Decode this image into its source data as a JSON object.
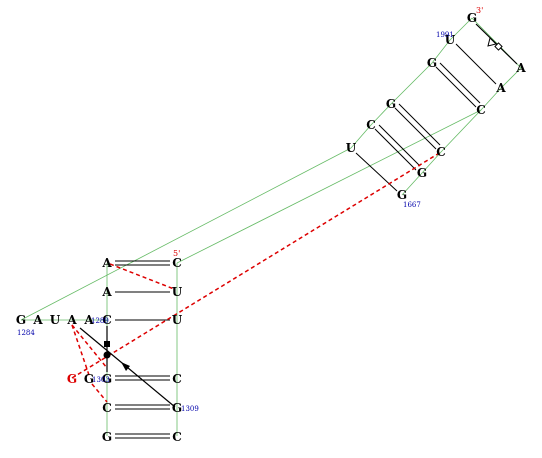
{
  "colors": {
    "backbone": "#66bb66",
    "pair": "#000000",
    "nucleotide": "#000000",
    "highlight": "#dd0000",
    "number": "#0000aa",
    "prime": "#dd0000"
  },
  "nucleotides": [
    {
      "id": "n0",
      "letter": "G",
      "color": "#000000"
    },
    {
      "id": "n1",
      "letter": "U",
      "color": "#000000"
    },
    {
      "id": "n2",
      "letter": "G",
      "color": "#000000"
    },
    {
      "id": "n3",
      "letter": "G",
      "color": "#000000"
    },
    {
      "id": "n4",
      "letter": "C",
      "color": "#000000"
    },
    {
      "id": "n5",
      "letter": "U",
      "color": "#000000"
    },
    {
      "id": "n6",
      "letter": "A",
      "color": "#000000"
    },
    {
      "id": "n7",
      "letter": "A",
      "color": "#000000"
    },
    {
      "id": "n8",
      "letter": "C",
      "color": "#000000"
    },
    {
      "id": "n9",
      "letter": "C",
      "color": "#000000"
    },
    {
      "id": "n10",
      "letter": "G",
      "color": "#000000"
    },
    {
      "id": "n11",
      "letter": "G",
      "color": "#000000"
    },
    {
      "id": "n12",
      "letter": "A",
      "color": "#000000"
    },
    {
      "id": "n13",
      "letter": "A",
      "color": "#000000"
    },
    {
      "id": "n14",
      "letter": "G",
      "color": "#000000"
    },
    {
      "id": "n15",
      "letter": "A",
      "color": "#000000"
    },
    {
      "id": "n16",
      "letter": "U",
      "color": "#000000"
    },
    {
      "id": "n17",
      "letter": "A",
      "color": "#000000"
    },
    {
      "id": "n18",
      "letter": "A",
      "color": "#000000"
    },
    {
      "id": "n19",
      "letter": "C",
      "color": "#000000"
    },
    {
      "id": "n20",
      "letter": "U",
      "color": "#000000"
    },
    {
      "id": "n21",
      "letter": "U",
      "color": "#000000"
    },
    {
      "id": "n22",
      "letter": "C",
      "color": "#000000"
    },
    {
      "id": "n23",
      "letter": "G",
      "color": "#dd0000"
    },
    {
      "id": "n24",
      "letter": "G",
      "color": "#000000"
    },
    {
      "id": "n25",
      "letter": "G",
      "color": "#000000"
    },
    {
      "id": "n26",
      "letter": "C",
      "color": "#000000"
    },
    {
      "id": "n27",
      "letter": "C",
      "color": "#000000"
    },
    {
      "id": "n28",
      "letter": "G",
      "color": "#000000"
    },
    {
      "id": "n29",
      "letter": "G",
      "color": "#000000"
    },
    {
      "id": "n30",
      "letter": "C",
      "color": "#000000"
    }
  ],
  "numbers": [
    {
      "id": "m0",
      "text": "1991"
    },
    {
      "id": "m1",
      "text": "1667"
    },
    {
      "id": "m2",
      "text": "1284"
    },
    {
      "id": "m3",
      "text": "1289"
    },
    {
      "id": "m4",
      "text": "1303"
    },
    {
      "id": "m5",
      "text": "1309"
    }
  ],
  "primes": [
    {
      "id": "p0",
      "text": "3'"
    },
    {
      "id": "p1",
      "text": "5'"
    }
  ]
}
